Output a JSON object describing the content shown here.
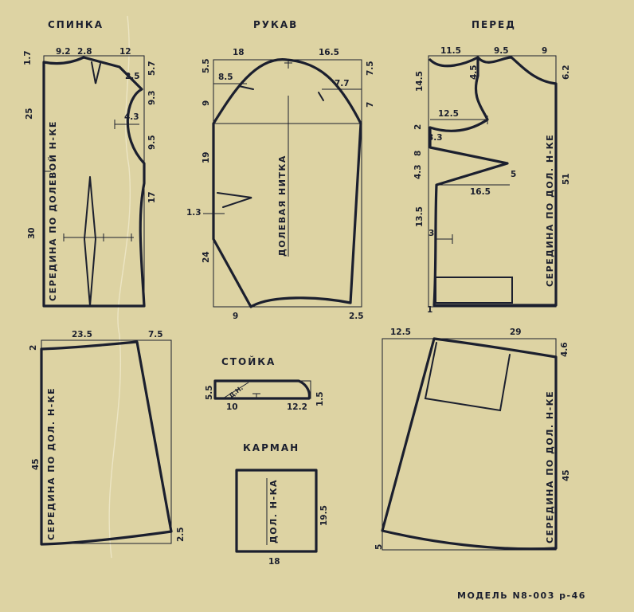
{
  "titles": {
    "back": "СПИНКА",
    "sleeve": "РУКАВ",
    "front": "ПЕРЕД",
    "collar": "СТОЙКА",
    "pocket": "КАРМАН",
    "model": "МОДЕЛЬ N8-003 р-46"
  },
  "back": {
    "top_a": "9.2",
    "top_b": "2.8",
    "top_c": "12",
    "left_top": "1.7",
    "left_mid": "25",
    "left_low": "30",
    "right_a": "5.7",
    "right_b": "9.3",
    "right_c": "9.5",
    "right_d": "17",
    "shoulder": "2.5",
    "armhole": "4.3",
    "grain": "СЕРЕДИНА ПО ДОЛЕВОЙ Н-КЕ"
  },
  "sleeve": {
    "top_left": "18",
    "top_right": "16.5",
    "left_a": "5.5",
    "left_b": "9",
    "left_c": "19",
    "left_d": "24",
    "right_a": "7.5",
    "right_b": "7",
    "cap_left": "8.5",
    "cap_right": "7.7",
    "dart": "1.3",
    "bottom_left": "9",
    "bottom_right": "2.5",
    "grain": "ДОЛЕВАЯ НИТКА"
  },
  "front": {
    "top_a": "11.5",
    "top_b": "9.5",
    "top_c": "9",
    "left_a": "14.5",
    "left_b": "2",
    "left_c": "8",
    "left_d": "4.3",
    "left_e": "13.5",
    "neck": "4.5",
    "right_a": "6.2",
    "right_b": "51",
    "armhole": "12.5",
    "bust": "3.3",
    "dart_len": "16.5",
    "dart_w": "5",
    "pocket_mark": "3",
    "bottom": "1",
    "grain": "СЕРЕДИНА ПО ДОЛ. Н-КЕ"
  },
  "back_skirt": {
    "top_a": "23.5",
    "top_b": "7.5",
    "left_top": "2",
    "left_len": "45",
    "right_bottom": "2.5",
    "grain": "СЕРЕДИНА ПО ДОЛ. Н-КЕ"
  },
  "collar": {
    "height": "5.5",
    "bottom_a": "10",
    "bottom_b": "12.2",
    "end": "1.5",
    "grain": "Д.Н."
  },
  "pocket": {
    "width": "18",
    "height": "19.5",
    "grain": "ДОЛ. Н-КА"
  },
  "front_skirt": {
    "top_a": "12.5",
    "top_b": "29",
    "right_top": "4.6",
    "right_len": "45",
    "left_bottom": "5",
    "grain": "СЕРЕДИНА ПО ДОЛ. Н-КЕ"
  }
}
